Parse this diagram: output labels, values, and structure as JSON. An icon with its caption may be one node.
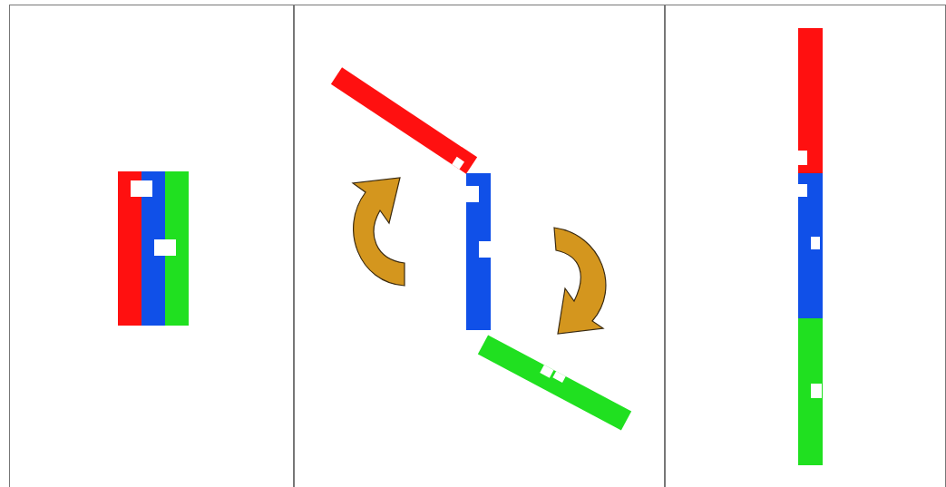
{
  "diagram": {
    "nodes": [
      {
        "text": [],
        "shape": "box"
      },
      {
        "text": [],
        "shape": "bar",
        "in": 0
      },
      {
        "text": [],
        "shape": "bar",
        "in": 0
      },
      {
        "text": [],
        "shape": "bar",
        "in": 0
      },
      {
        "text": [],
        "shape": "box"
      },
      {
        "text": [],
        "shape": "bar",
        "in": 4
      },
      {
        "text": [],
        "shape": "bar",
        "in": 4
      },
      {
        "text": [],
        "shape": "bar",
        "in": 4
      },
      {
        "text": [],
        "shape": "box"
      },
      {
        "text": [],
        "shape": "bar",
        "in": 8
      },
      {
        "text": [],
        "shape": "bar",
        "in": 8
      },
      {
        "text": [],
        "shape": "bar",
        "in": 8
      }
    ]
  }
}
